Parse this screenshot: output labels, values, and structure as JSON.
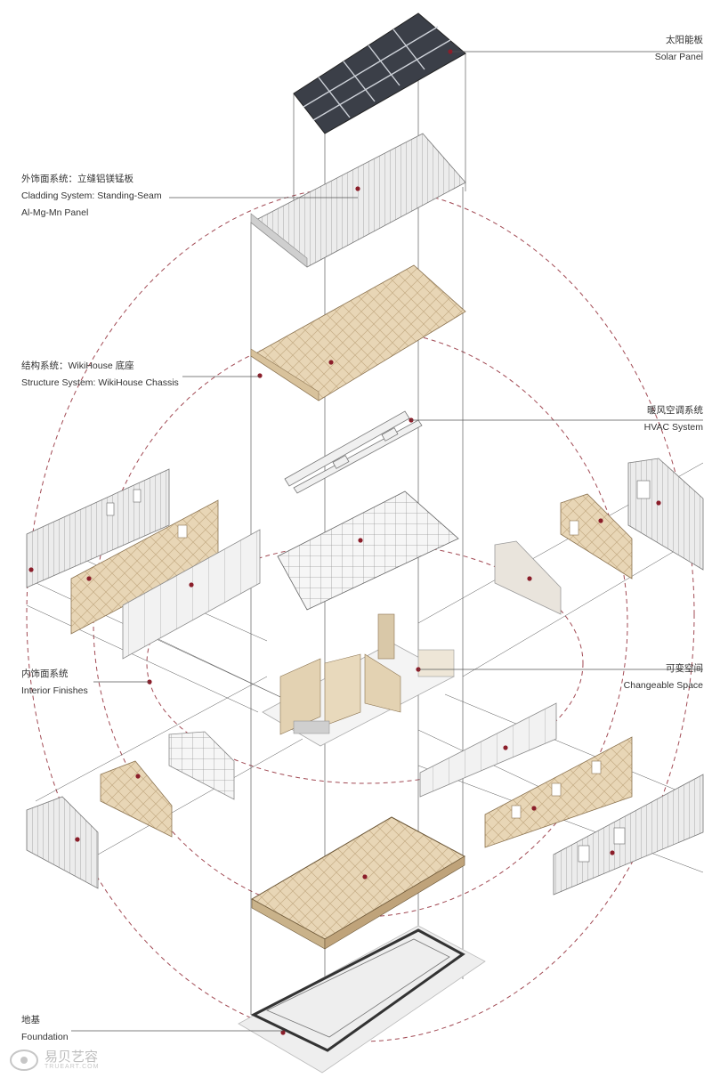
{
  "labels": {
    "solar": {
      "zh": "太阳能板",
      "en": "Solar Panel"
    },
    "cladding": {
      "zh": "外饰面系统：立缝铝镁锰板",
      "en1": "Cladding System: Standing-Seam",
      "en2": "Al-Mg-Mn Panel"
    },
    "structure": {
      "zh": "结构系统：WikiHouse 底座",
      "en": "Structure System: WikiHouse Chassis"
    },
    "hvac": {
      "zh": "暖风空调系统",
      "en": "HVAC System"
    },
    "interior": {
      "zh": "内饰面系统",
      "en": "Interior Finishes"
    },
    "changeable": {
      "zh": "可变空间",
      "en": "Changeable Space"
    },
    "foundation": {
      "zh": "地基",
      "en": "Foundation"
    }
  },
  "watermark": {
    "text": "易贝艺容",
    "sub": "TRUEART.COM"
  },
  "colors": {
    "accent_dot": "#8b1e2a",
    "plywood": "#e6d3b3",
    "cladding": "#d9d9d9",
    "solar": "#3b3f48"
  },
  "icons": {
    "watermark": "trueart-logo-icon"
  }
}
